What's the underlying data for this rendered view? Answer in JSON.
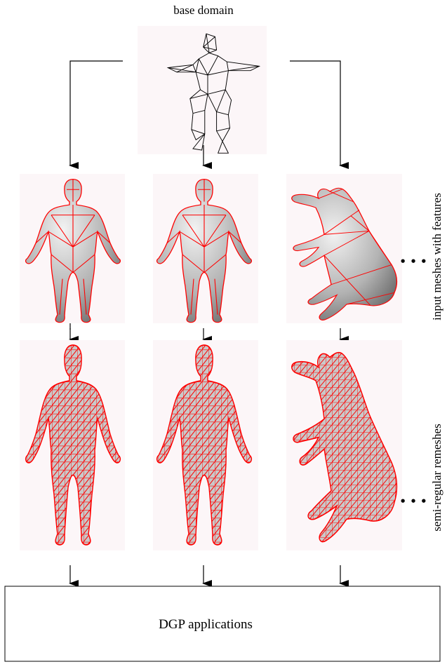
{
  "base": {
    "label": "base domain"
  },
  "rows": {
    "input": {
      "label": "input meshes with features"
    },
    "remesh": {
      "label": "semi-regular remeshes"
    }
  },
  "ellipsis": "• • •",
  "applications": {
    "label": "DGP applications"
  },
  "colors": {
    "feature_lines": "#ff0000",
    "mesh_surface": "#b8b8b8",
    "panel_bg": "#fcf6f8"
  }
}
